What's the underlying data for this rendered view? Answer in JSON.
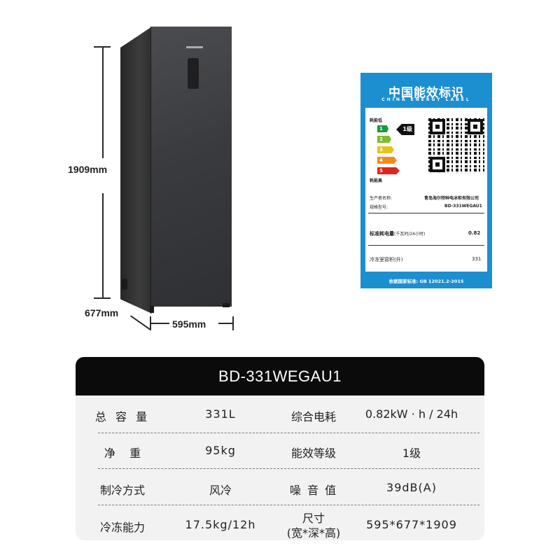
{
  "dimensions": {
    "height": "1909mm",
    "depth": "677mm",
    "width": "595mm"
  },
  "energy_label": {
    "title": "中国能效标识",
    "subtitle": "CHINA ENERGY LABEL",
    "low_text": "耗能低",
    "high_text": "耗能高",
    "grades": [
      "1",
      "2",
      "3",
      "4",
      "5"
    ],
    "grade_colors": [
      "#1a9a3c",
      "#7dbb2a",
      "#e8c21c",
      "#f08c1c",
      "#e0261c"
    ],
    "current_grade": "1级",
    "manufacturer_label": "生产者名称:",
    "manufacturer_value": "青岛海尔特种电冰柜有限公司",
    "model_label": "规格型号:",
    "model_value": "BD-331WEGAU1",
    "consumption_label": "标准耗电量",
    "consumption_unit": "(千瓦时/24小时)",
    "consumption_value": "0.82",
    "volume_label": "冷冻室容积(升)",
    "volume_value": "331",
    "footer": "依据国家标准: GB 12021.2-2015"
  },
  "specs": {
    "model": "BD-331WEGAU1",
    "rows": [
      {
        "l1": "总 容 量",
        "v1": "331L",
        "l2": "综合电耗",
        "v2": "0.82kW · h / 24h"
      },
      {
        "l1": "净    重",
        "v1": "95kg",
        "l2": "能效等级",
        "v2": "1级"
      },
      {
        "l1": "制冷方式",
        "v1": "风冷",
        "l2": "噪 音 值",
        "v2": "39dB(A)"
      },
      {
        "l1": "冷冻能力",
        "v1": "17.5kg/12h",
        "l2a": "尺寸",
        "l2b": "(宽*深*高)",
        "v2": "595*677*1909"
      }
    ]
  }
}
